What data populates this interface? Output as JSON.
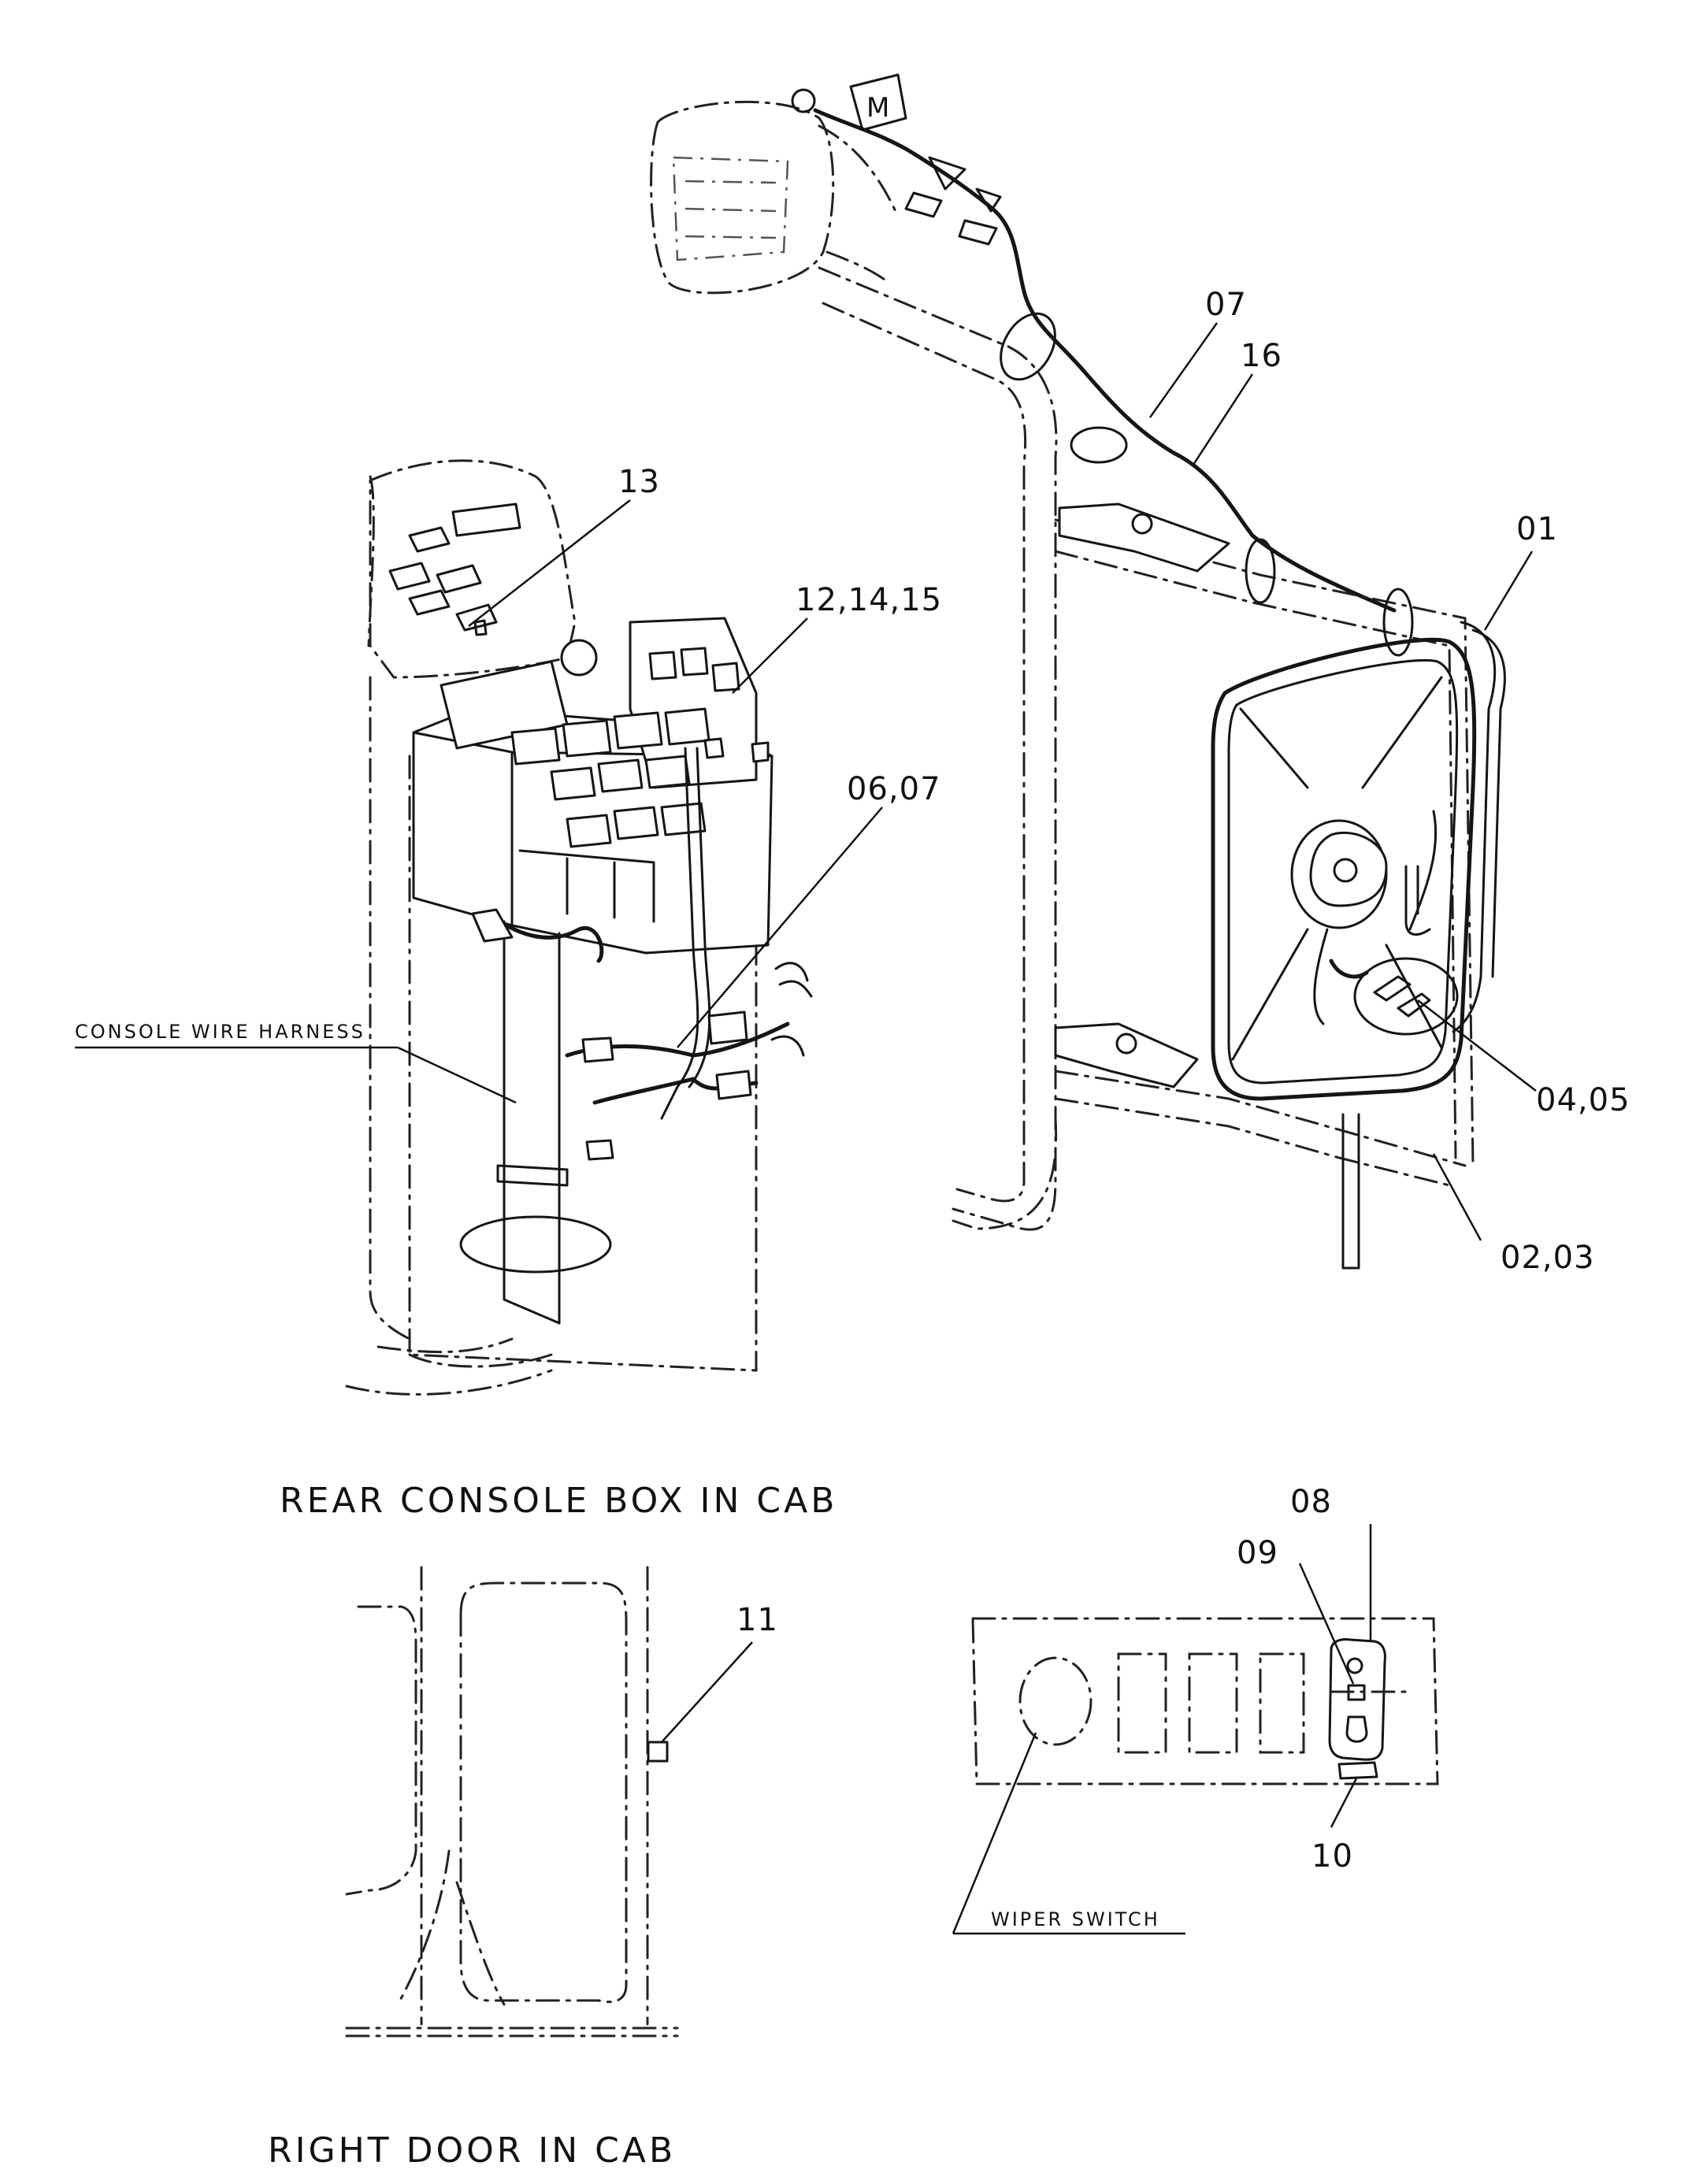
{
  "diagram": {
    "callouts": {
      "c01": "01",
      "c02_03": "02,03",
      "c04_05": "04,05",
      "c06_07": "06,07",
      "c07": "07",
      "c08": "08",
      "c09": "09",
      "c10": "10",
      "c11": "11",
      "c12_14_15": "12,14,15",
      "c13": "13",
      "c16": "16"
    },
    "labels": {
      "console_wire_harness": "CONSOLE WIRE HARNESS",
      "wiper_switch": "WIPER SWITCH"
    },
    "captions": {
      "rear_console": "REAR CONSOLE BOX IN CAB",
      "right_door": "RIGHT DOOR IN CAB"
    }
  }
}
